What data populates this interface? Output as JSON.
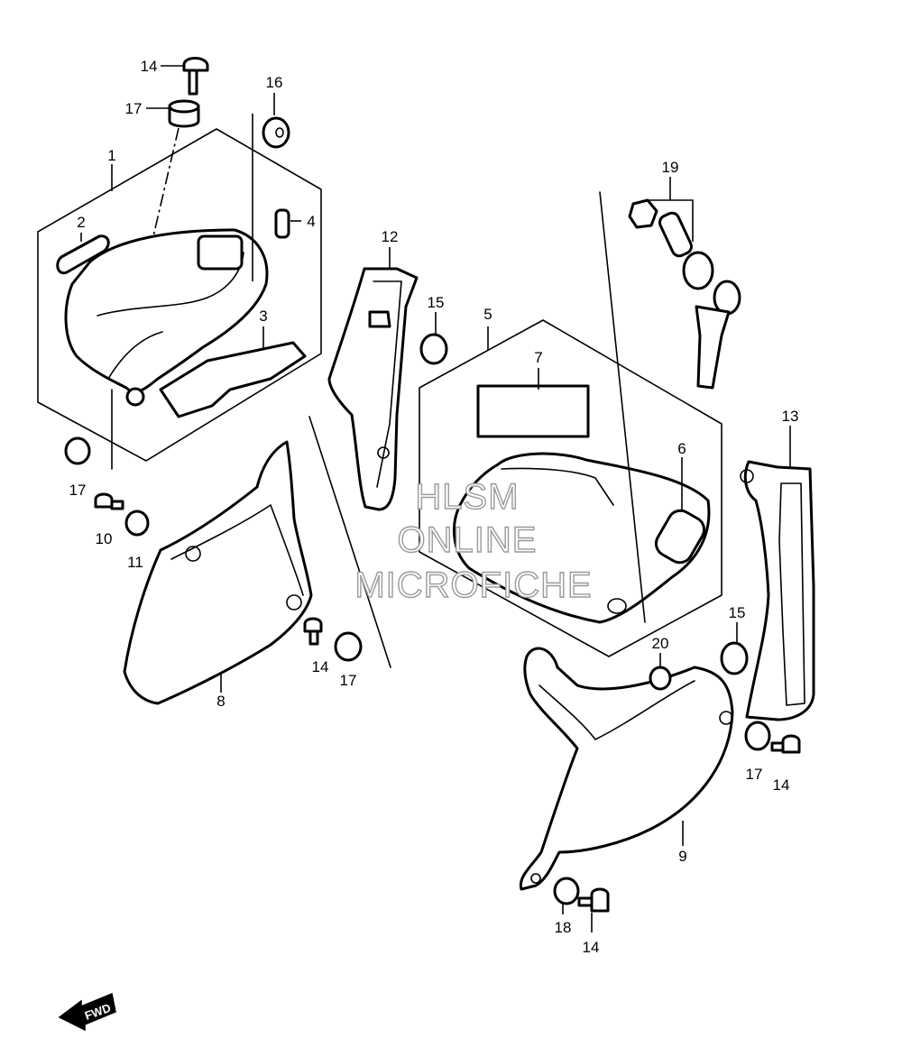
{
  "callouts": {
    "c1": "1",
    "c2": "2",
    "c3": "3",
    "c4": "4",
    "c5": "5",
    "c6": "6",
    "c7": "7",
    "c8": "8",
    "c9": "9",
    "c10": "10",
    "c11": "11",
    "c12": "12",
    "c13": "13",
    "c14a": "14",
    "c14b": "14",
    "c14c": "14",
    "c14d": "14",
    "c15a": "15",
    "c15b": "15",
    "c16": "16",
    "c17a": "17",
    "c17b": "17",
    "c17c": "17",
    "c17d": "17",
    "c18": "18",
    "c19": "19",
    "c20": "20"
  },
  "watermark": {
    "line1": "HLSM",
    "line2": "ONLINE",
    "line3": "MICROFICHE"
  },
  "fwd_label": "FWD",
  "colors": {
    "line": "#000000",
    "background": "#ffffff",
    "watermark_outline": "#9a9a9a"
  }
}
